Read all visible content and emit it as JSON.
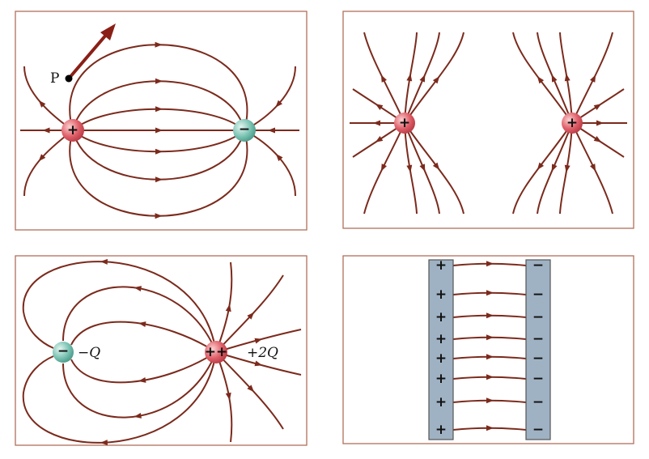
{
  "colors": {
    "field_line": "#7b2a1c",
    "positive_charge": "#e0606a",
    "negative_charge": "#7cc4b4",
    "plate": "#9fb2c4",
    "frame": "#b0705a"
  },
  "panel_dipole": {
    "point_label": "P",
    "positive_sign": "+",
    "negative_sign": "−"
  },
  "panel_like_charges": {
    "left_sign": "+",
    "right_sign": "+"
  },
  "panel_unequal": {
    "negative_sign": "−",
    "negative_label": "−Q",
    "positive_sign": "++",
    "positive_label": "+2Q"
  },
  "panel_plates": {
    "positive_signs": [
      "+",
      "+",
      "+",
      "+",
      "+",
      "+",
      "+",
      "+"
    ],
    "negative_signs": [
      "−",
      "−",
      "−",
      "−",
      "−",
      "−",
      "−",
      "−"
    ]
  }
}
